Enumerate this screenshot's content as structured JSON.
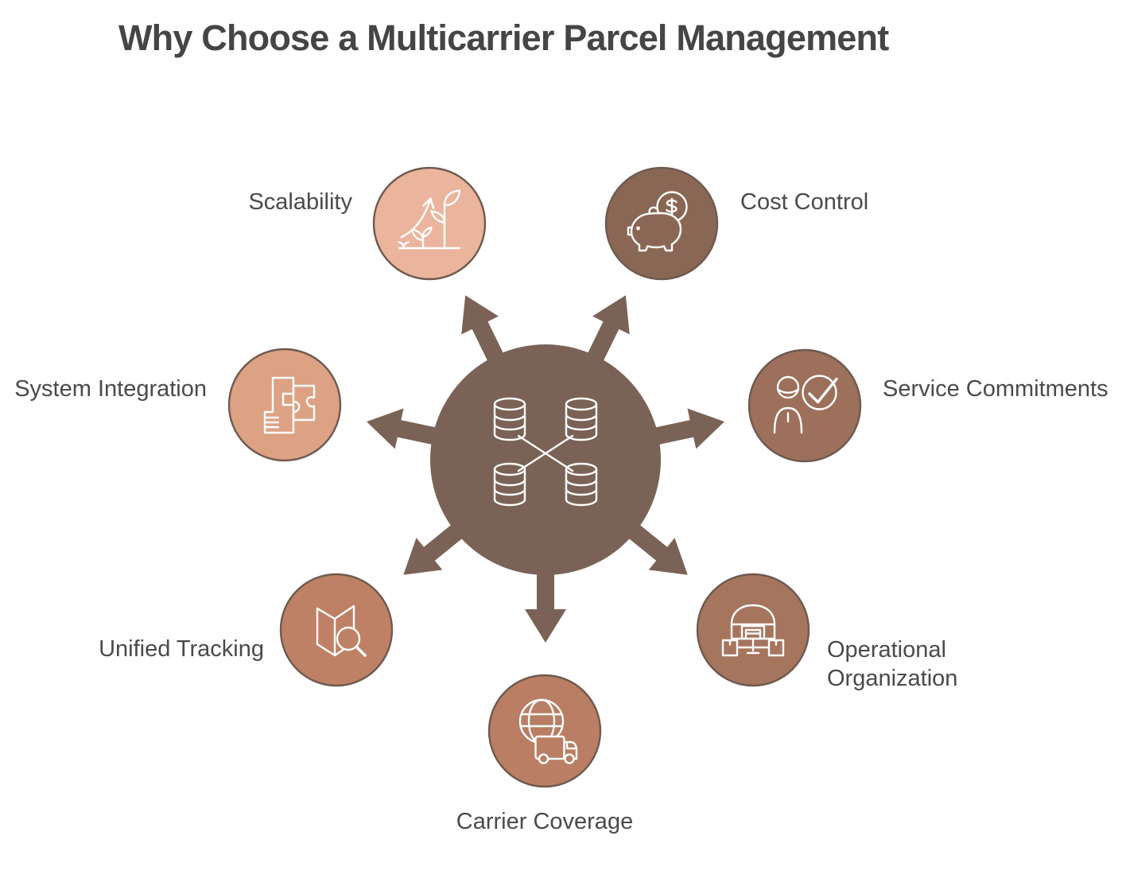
{
  "title": "Why Choose a Multicarrier Parcel Management",
  "hub": {
    "name": "multicarrier-parcel-management-hub",
    "icon": "database-network-icon",
    "color": "#7A6356",
    "arrow_count": 7
  },
  "satellites": [
    {
      "label": "Scalability",
      "icon": "plant-growth-icon",
      "color": "#EBB49D",
      "position": "top-left"
    },
    {
      "label": "Cost Control",
      "icon": "piggy-bank-icon",
      "color": "#8A6754",
      "position": "top-right"
    },
    {
      "label": "Service Commitments",
      "icon": "person-checkmark-icon",
      "color": "#9C705B",
      "position": "right"
    },
    {
      "label": "Operational Organization",
      "icon": "warehouse-boxes-icon",
      "color": "#A6755D",
      "position": "bottom-right"
    },
    {
      "label": "Carrier Coverage",
      "icon": "globe-truck-icon",
      "color": "#B97E63",
      "position": "bottom"
    },
    {
      "label": "Unified Tracking",
      "icon": "map-magnifier-icon",
      "color": "#BE8165",
      "position": "bottom-left"
    },
    {
      "label": "System Integration",
      "icon": "puzzle-pieces-icon",
      "color": "#DDA184",
      "position": "left"
    }
  ],
  "style": {
    "circle_border": "#6D5A50",
    "title_color": "#454545",
    "label_color": "#4A4A4A",
    "background": "#FFFFFF",
    "icon_stroke": "#FFFFFF"
  }
}
